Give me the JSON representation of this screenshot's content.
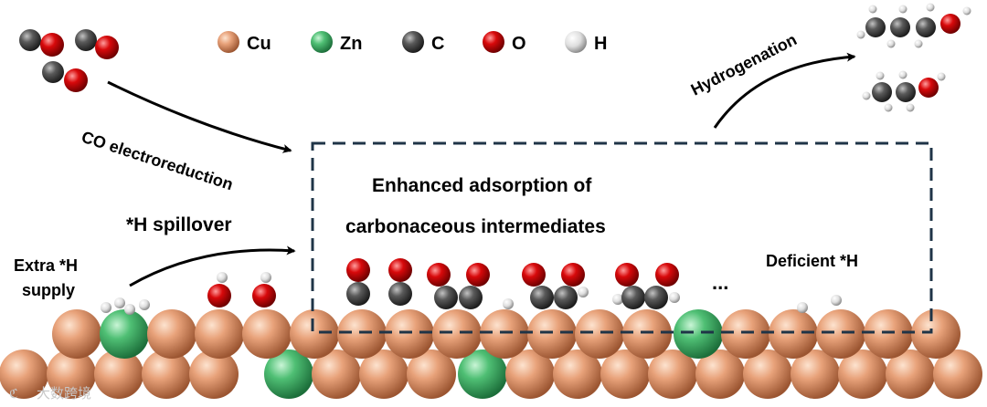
{
  "legend": [
    {
      "key": "cu",
      "label": "Cu"
    },
    {
      "key": "zn",
      "label": "Zn"
    },
    {
      "key": "c",
      "label": "C"
    },
    {
      "key": "o",
      "label": "O"
    },
    {
      "key": "h",
      "label": "H"
    }
  ],
  "labels": {
    "co_electroreduction": "CO electroreduction",
    "hydrogenation": "Hydrogenation",
    "enhanced_line1": "Enhanced adsorption of",
    "enhanced_line2": "carbonaceous intermediates",
    "h_spillover": "*H spillover",
    "extra_line1": "Extra *H",
    "extra_line2": "supply",
    "deficient": "Deficient *H",
    "ellipsis": "..."
  },
  "watermark": "大数跨境",
  "colors": {
    "cu": "#e39b70",
    "zn": "#4fbf74",
    "c": "#555555",
    "o": "#d40f10",
    "h": "#ececec",
    "dashed_box": "#1f3447",
    "arrow": "#000000"
  }
}
